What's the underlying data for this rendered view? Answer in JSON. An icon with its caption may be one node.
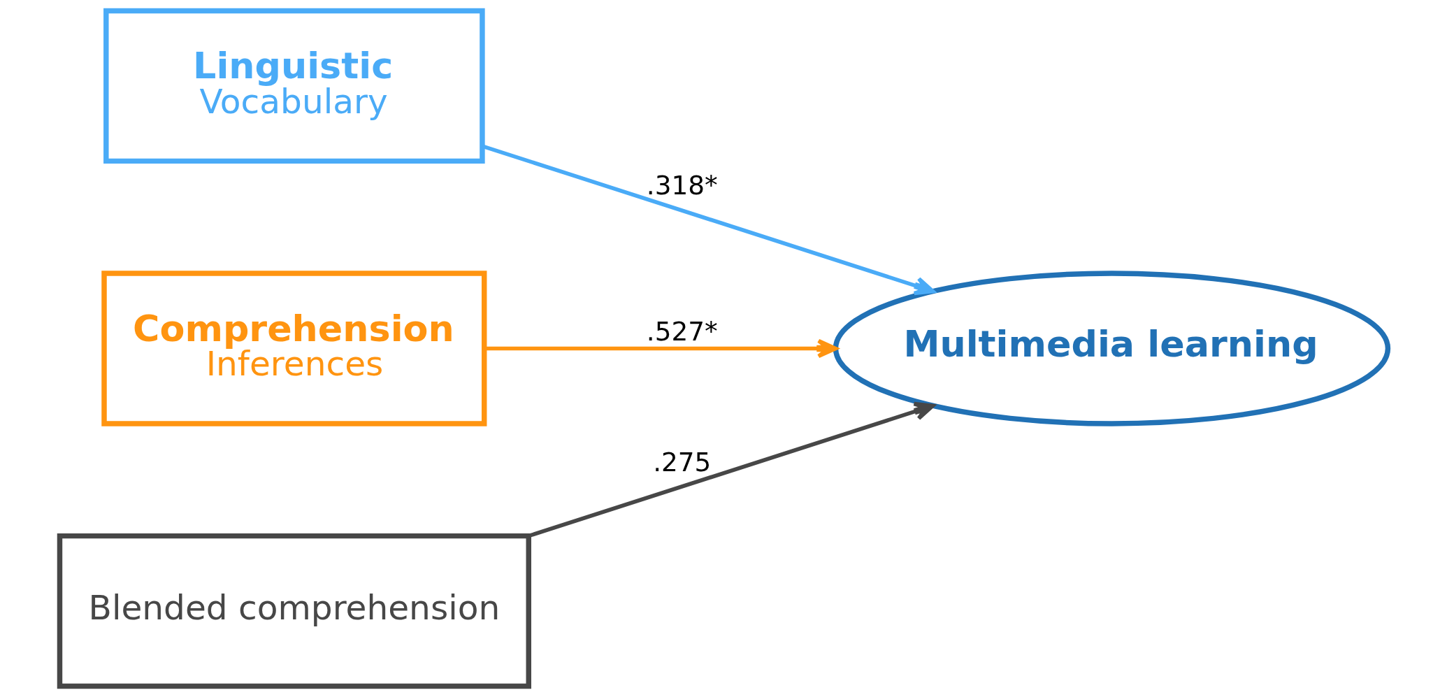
{
  "diagram": {
    "nodes": [
      {
        "text": [
          "Linguistic",
          "Vocabulary"
        ]
      },
      {
        "text": [
          "Comprehension",
          "Inferences"
        ]
      },
      {
        "text": [
          "Blended comprehension"
        ]
      },
      {
        "text": [
          "Multimedia learning"
        ]
      }
    ],
    "edges": [
      {
        "from": 0,
        "to": 3,
        "arrow": "to",
        "label": ".318*",
        "color": "#4aabf7"
      },
      {
        "from": 1,
        "to": 3,
        "arrow": "to",
        "label": ".527*",
        "color": "#ff9410"
      },
      {
        "from": 2,
        "to": 3,
        "arrow": "to",
        "label": ".275",
        "color": "#474747"
      }
    ]
  }
}
